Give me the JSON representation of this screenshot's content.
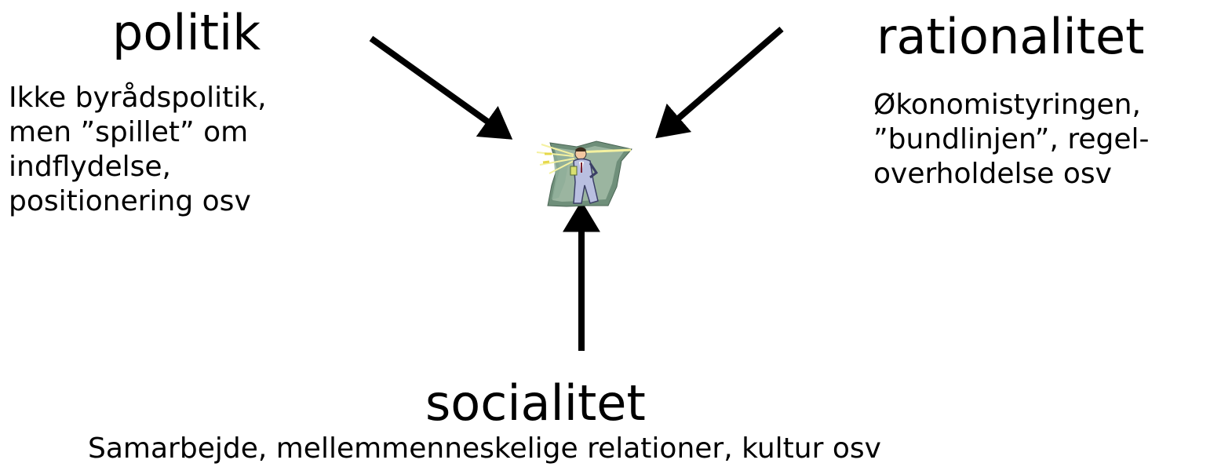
{
  "forces": {
    "politik": {
      "title": "politik",
      "description_lines": [
        "Ikke byrådspolitik,",
        "men ”spillet” om",
        "indflydelse,",
        "positionering osv"
      ]
    },
    "rationalitet": {
      "title": "rationalitet",
      "description_lines": [
        "Økonomistyringen,",
        "”bundlinjen”, regel-",
        "overholdelse osv"
      ]
    },
    "socialitet": {
      "title": "socialitet",
      "description": "Samarbejde, mellemmenneskelige relationer, kultur osv"
    }
  },
  "center_figure": {
    "icon": "businessman-clipart-icon",
    "colors": {
      "backdrop": "#6f8f7a",
      "backdrop_light": "#a9c2ae",
      "suit": "#b9bfe0",
      "light_ray": "#f4f1a0"
    }
  },
  "colors": {
    "text": "#000000",
    "arrow": "#000000",
    "background": "#ffffff"
  }
}
